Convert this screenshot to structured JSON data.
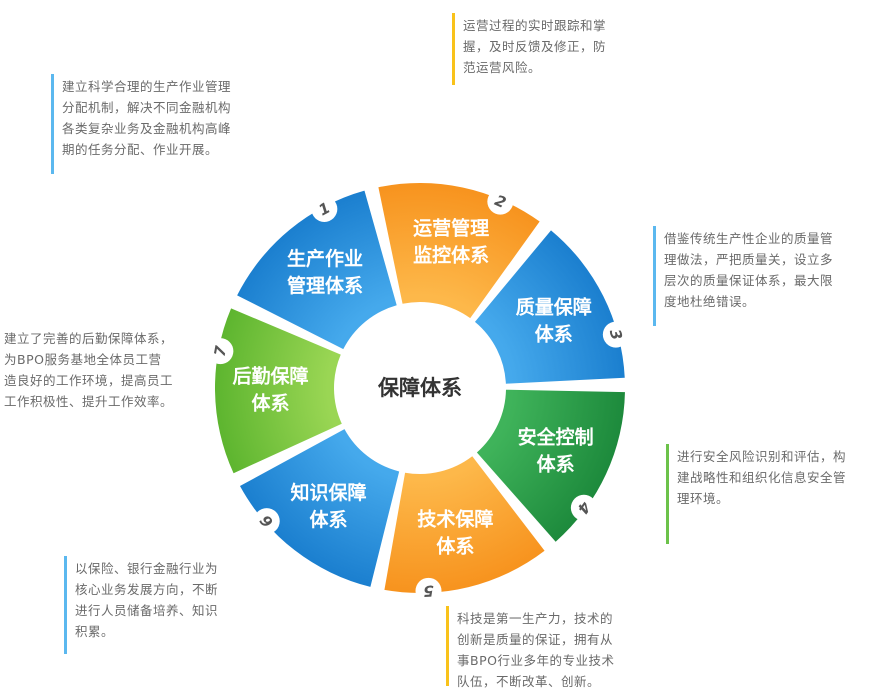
{
  "center_label": "保障体系",
  "colors": {
    "blue": "#1b7fcf",
    "blue_light": "#45a9ec",
    "orange": "#f7931e",
    "orange_light": "#fdb84a",
    "green": "#5db52f",
    "green_light": "#9ad654",
    "dark_green": "#1d8a3c",
    "dark_green_light": "#3fb35a",
    "yellow_bar": "#f9c21a",
    "blue_bar": "#5bb8ef",
    "green_bar": "#6cc24a",
    "text": "#6a6a6a"
  },
  "segments": [
    {
      "number": "1",
      "title": [
        "生产作业",
        "管理体系"
      ],
      "color": "blue"
    },
    {
      "number": "2",
      "title": [
        "运营管理",
        "监控体系"
      ],
      "color": "orange"
    },
    {
      "number": "3",
      "title": [
        "质量保障",
        "体系"
      ],
      "color": "blue"
    },
    {
      "number": "4",
      "title": [
        "安全控制",
        "体系"
      ],
      "color": "dark_green"
    },
    {
      "number": "5",
      "title": [
        "技术保障",
        "体系"
      ],
      "color": "orange"
    },
    {
      "number": "6",
      "title": [
        "知识保障",
        "体系"
      ],
      "color": "blue"
    },
    {
      "number": "7",
      "title": [
        "后勤保障",
        "体系"
      ],
      "color": "green"
    }
  ],
  "notes": {
    "n1": [
      "建立科学合理的生产作业管理",
      "分配机制，解决不同金融机构",
      "各类复杂业务及金融机构高峰",
      "期的任务分配、作业开展。"
    ],
    "n2": [
      "运营过程的实时跟踪和掌",
      "握，及时反馈及修正，防",
      "范运营风险。"
    ],
    "n3": [
      "借鉴传统生产性企业的质量管",
      "理做法，严把质量关，设立多",
      "层次的质量保证体系，最大限",
      "度地杜绝错误。"
    ],
    "n4": [
      "进行安全风险识别和评估，构",
      "建战略性和组织化信息安全管",
      "理环境。"
    ],
    "n5": [
      "科技是第一生产力，技术的",
      "创新是质量的保证，拥有从",
      "事BPO行业多年的专业技术",
      "队伍，不断改革、创新。"
    ],
    "n6": [
      "以保险、银行金融行业为",
      "核心业务发展方向，不断",
      "进行人员储备培养、知识",
      "积累。"
    ],
    "n7": [
      "建立了完善的后勤保障体系，",
      "为BPO服务基地全体员工营",
      "造良好的工作环境，提高员工",
      "工作积极性、提升工作效率。"
    ]
  }
}
